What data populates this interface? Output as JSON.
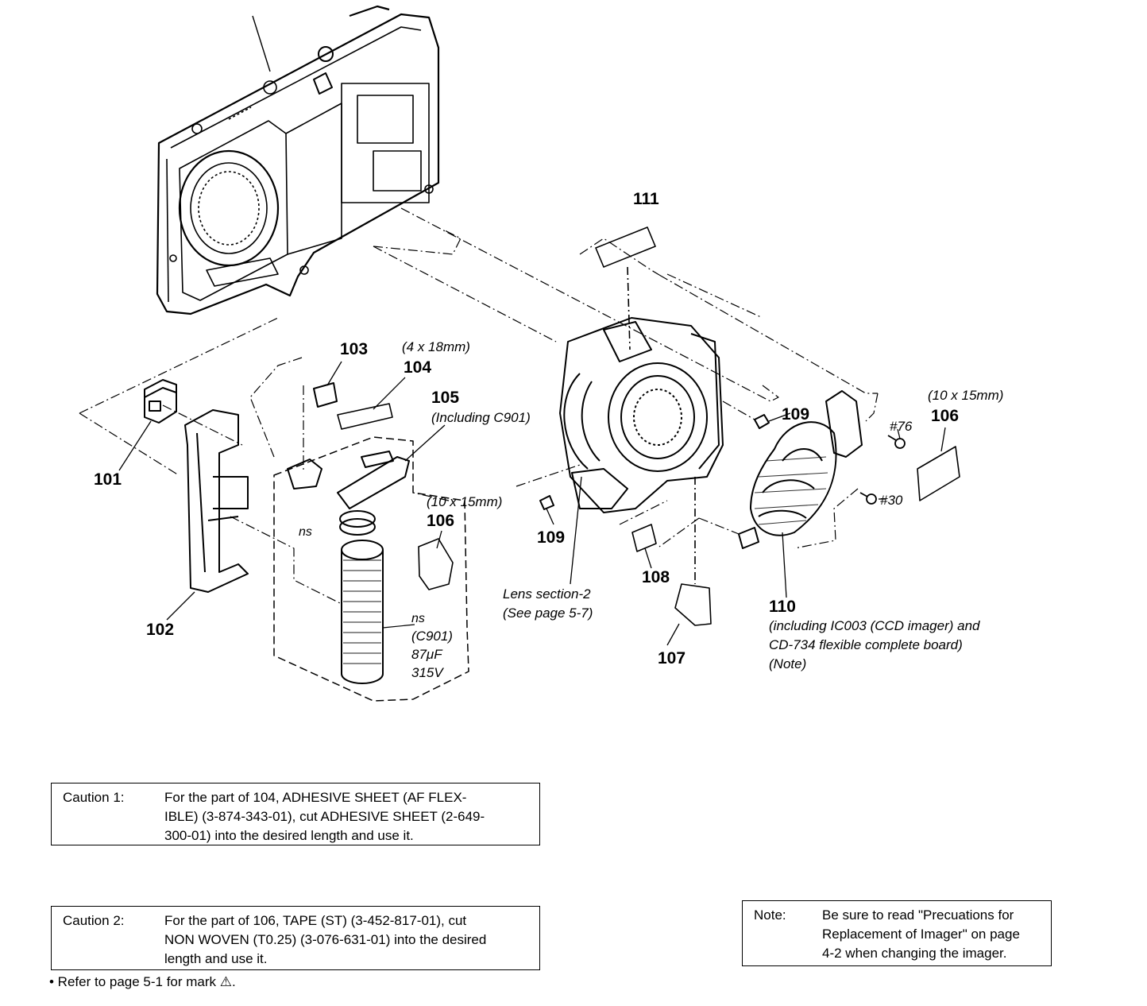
{
  "labels": {
    "p101": "101",
    "p102": "102",
    "p103": "103",
    "p104": "104",
    "p104_size": "(4 x 18mm)",
    "p105": "105",
    "p105_note": "(Including C901)",
    "p106_left": "106",
    "p106_left_size": "(10 x 15mm)",
    "p106_right": "106",
    "p106_right_size": "(10 x 15mm)",
    "p107": "107",
    "p108": "108",
    "p109_top": "109",
    "p109_bottom": "109",
    "p110": "110",
    "p110_note_1": "(including IC003 (CCD imager) and",
    "p110_note_2": "CD-734 flexible complete board)",
    "p110_note_3": "(Note)",
    "p111": "111",
    "screw_76": "#76",
    "screw_30": "#30",
    "ns_1": "ns",
    "ns_2": "ns",
    "capacitor_ref": "(C901)",
    "capacitor_value": "87μF",
    "capacitor_voltage": "315V",
    "lens_section_1": "Lens section-2",
    "lens_section_2": "(See page 5-7)"
  },
  "caution1": {
    "label": "Caution 1:",
    "line1": "For the part of 104, ADHESIVE SHEET (AF FLEX-",
    "line2": "IBLE) (3-874-343-01), cut ADHESIVE SHEET (2-649-",
    "line3": "300-01) into the desired length and use it."
  },
  "caution2": {
    "label": "Caution 2:",
    "line1": "For the part of 106, TAPE (ST) (3-452-817-01), cut",
    "line2": "NON WOVEN (T0.25) (3-076-631-01) into the desired",
    "line3": "length and use it."
  },
  "note": {
    "label": "Note:",
    "line1": "Be sure to read \"Precuations for",
    "line2": "Replacement of Imager\" on page",
    "line3": "4-2 when changing the imager."
  },
  "footnote": "• Refer to page 5-1 for mark ⚠."
}
